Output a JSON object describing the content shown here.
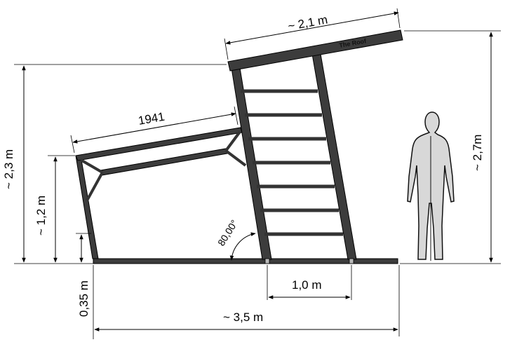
{
  "dimensions": {
    "roof_length": "~ 2,1 m",
    "height_total": "~ 2,3 m",
    "height_human_side": "~ 2,7m",
    "front_height": "~ 1,2 m",
    "base_offset": "0,35 m",
    "bottom_span": "1,0 m",
    "total_length": "~ 3,5 m",
    "arm_length": "1941",
    "angle": "80,00°"
  },
  "roof_label": "The Roof",
  "colors": {
    "frame": "#3c3c3c",
    "human_fill": "#d8d8d8"
  }
}
